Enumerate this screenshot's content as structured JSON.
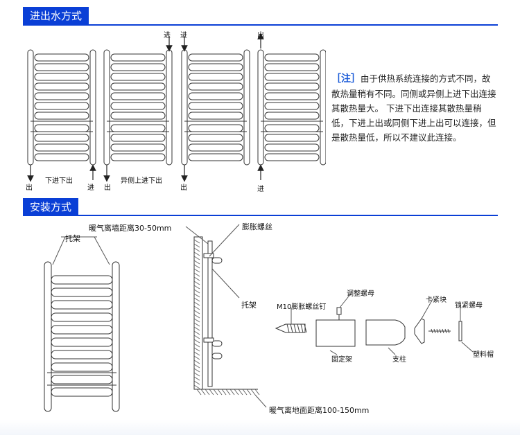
{
  "sections": {
    "flow_title": "进出水方式",
    "install_title": "安装方式"
  },
  "connections": [
    {
      "caption": "下进下出",
      "left_label": "出",
      "right_label": "进"
    },
    {
      "caption": "异侧上进下出",
      "top_label_1": "进",
      "top_label_2": "进",
      "bottom_label": "出"
    },
    {
      "top_label": "进",
      "bottom_label": "出"
    },
    {
      "top_label": "出",
      "bottom_label": "进"
    }
  ],
  "note": {
    "tag": "［注］",
    "text": "由于供热系统连接的方式不同，故散热量稍有不同。同侧或异侧上进下出连接其散热量大。 下进下出连接其散热量稍低，下进上出或同侧下进上出可以连接，但是散热量低，所以不建议此连接。"
  },
  "install": {
    "bracket": "托架",
    "wall_distance": "暖气离墙距离30-50mm",
    "expansion_screw": "膨胀螺丝",
    "bracket2": "托架",
    "floor_distance": "暖气离地面距离100-150mm",
    "parts": {
      "adjust_nut": "调整螺母",
      "m10_screw": "M10膨胀螺丝钉",
      "clip": "卡紧块",
      "lock_nut": "锁紧螺母",
      "fixed_frame": "固定架",
      "support": "支柱",
      "plastic_cap": "塑料帽"
    }
  }
}
